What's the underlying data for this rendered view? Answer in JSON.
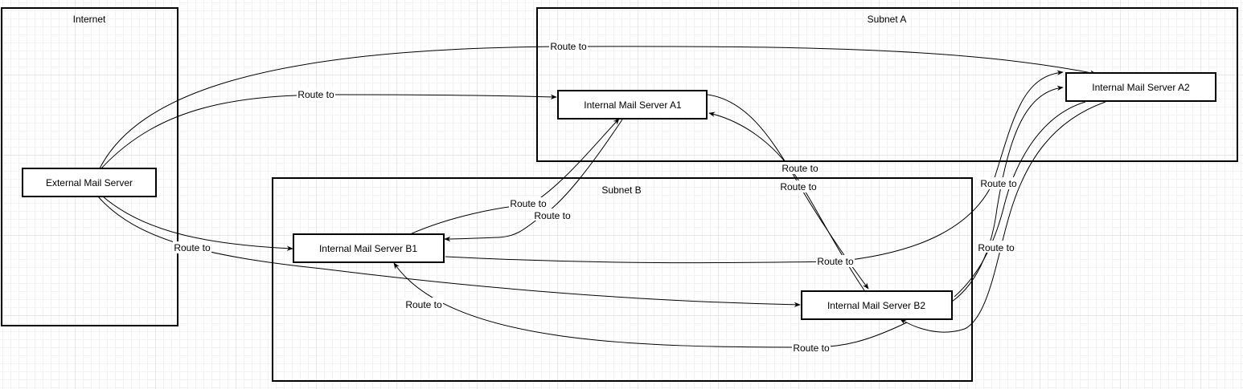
{
  "diagram": {
    "groups": [
      {
        "id": "internet",
        "label": "Internet"
      },
      {
        "id": "subnet-a",
        "label": "Subnet A"
      },
      {
        "id": "subnet-b",
        "label": "Subnet B"
      }
    ],
    "nodes": [
      {
        "id": "ext",
        "label": "External Mail Server",
        "group": "internet"
      },
      {
        "id": "a1",
        "label": "Internal Mail Server A1",
        "group": "subnet-a"
      },
      {
        "id": "a2",
        "label": "Internal Mail Server A2",
        "group": "subnet-a"
      },
      {
        "id": "b1",
        "label": "Internal Mail Server B1",
        "group": "subnet-b"
      },
      {
        "id": "b2",
        "label": "Internal Mail Server B2",
        "group": "subnet-b"
      }
    ],
    "edges": [
      {
        "id": "ext-a2",
        "from": "ext",
        "to": "a2",
        "label": "Route to"
      },
      {
        "id": "ext-a1",
        "from": "ext",
        "to": "a1",
        "label": "Route to"
      },
      {
        "id": "ext-b1",
        "from": "ext",
        "to": "b1",
        "label": "Route to"
      },
      {
        "id": "ext-b2",
        "from": "ext",
        "to": "b2",
        "label": "Route to"
      },
      {
        "id": "b1-a1",
        "from": "b1",
        "to": "a1",
        "label": "Route to"
      },
      {
        "id": "a1-b1",
        "from": "a1",
        "to": "b1",
        "label": "Route to"
      },
      {
        "id": "a1-b2",
        "from": "a1",
        "to": "b2",
        "label": "Route to"
      },
      {
        "id": "b2-a1",
        "from": "b2",
        "to": "a1",
        "label": "Route to"
      },
      {
        "id": "b1-a2",
        "from": "b1",
        "to": "a2",
        "label": "Route to"
      },
      {
        "id": "b2-b1",
        "from": "b2",
        "to": "b1",
        "label": "Route to"
      },
      {
        "id": "b2-a2",
        "from": "b2",
        "to": "a2",
        "label": "Route to"
      },
      {
        "id": "a2-b2",
        "from": "a2",
        "to": "b2",
        "label": "Route to"
      }
    ]
  }
}
